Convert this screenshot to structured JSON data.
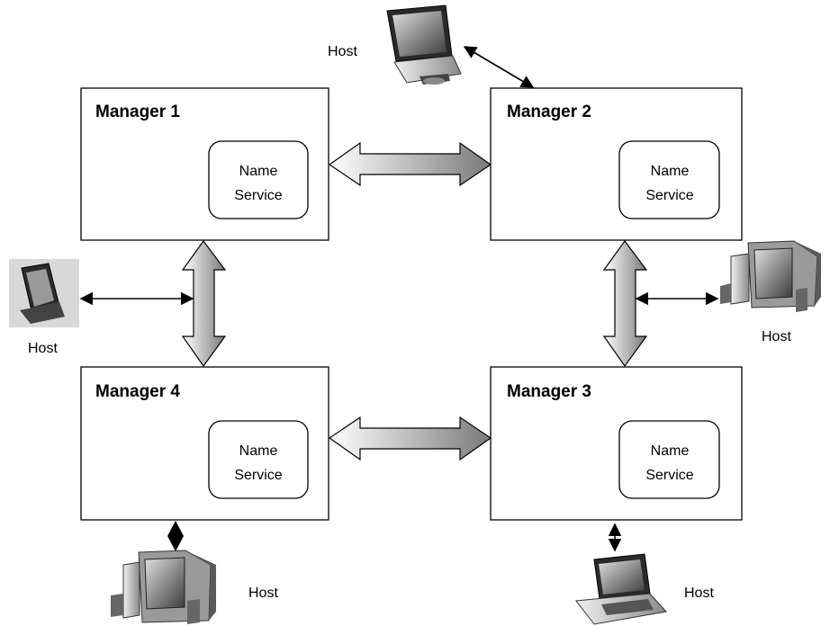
{
  "managers": [
    {
      "title": "Manager 1",
      "service_line1": "Name",
      "service_line2": "Service"
    },
    {
      "title": "Manager 2",
      "service_line1": "Name",
      "service_line2": "Service"
    },
    {
      "title": "Manager 3",
      "service_line1": "Name",
      "service_line2": "Service"
    },
    {
      "title": "Manager 4",
      "service_line1": "Name",
      "service_line2": "Service"
    }
  ],
  "hosts": [
    {
      "label": "Host",
      "device": "laptop-icon"
    },
    {
      "label": "Host",
      "device": "pda-icon"
    },
    {
      "label": "Host",
      "device": "desktop-computer-icon"
    },
    {
      "label": "Host",
      "device": "desktop-computer-icon"
    },
    {
      "label": "Host",
      "device": "laptop-icon"
    }
  ],
  "colors": {
    "box_stroke": "#000000",
    "arrow_dark": "#808080",
    "arrow_light": "#ffffff"
  }
}
